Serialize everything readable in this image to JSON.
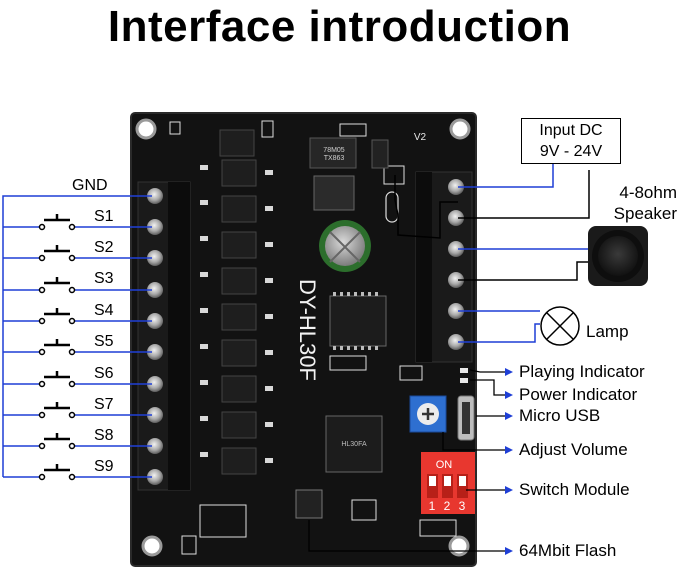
{
  "title": "Interface introduction",
  "board": {
    "model": "DY-HL30F",
    "version": "V2",
    "regulator": "78M05",
    "chip": "TX863",
    "chip2": "HL30FA",
    "dip_on": "ON",
    "dip_numbers": [
      "1",
      "2",
      "3"
    ]
  },
  "left_labels": {
    "gnd": "GND",
    "switches": [
      "S1",
      "S2",
      "S3",
      "S4",
      "S5",
      "S6",
      "S7",
      "S8",
      "S9"
    ]
  },
  "right_labels": {
    "input_dc_line1": "Input DC",
    "input_dc_line2": "9V - 24V",
    "speaker_line1": "4-8ohm",
    "speaker_line2": "Speaker",
    "lamp": "Lamp",
    "playing_indicator": "Playing Indicator",
    "power_indicator": "Power Indicator",
    "micro_usb": "Micro USB",
    "adjust_volume": "Adjust Volume",
    "switch_module": "Switch Module",
    "flash": "64Mbit Flash"
  },
  "colors": {
    "pcb": "#111111",
    "wire_blue": "#1f3fd6",
    "terminal_green": "#1a1a1a",
    "dip_red": "#e8372f",
    "pot_blue": "#2e6fd0"
  }
}
